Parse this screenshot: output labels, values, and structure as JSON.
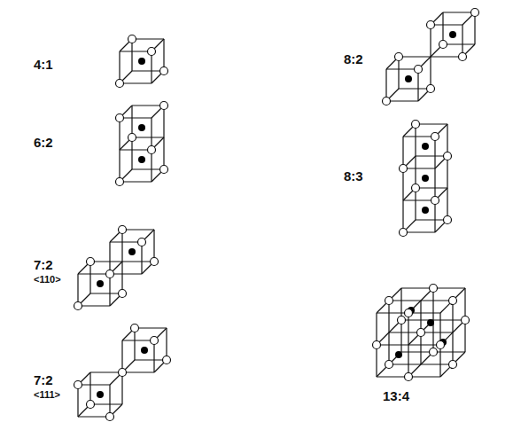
{
  "diagram": {
    "labels": [
      "4:1",
      "8:2",
      "6:2",
      "8:3",
      "7:2",
      "<110>",
      "7:2",
      "<111>",
      "13:4"
    ]
  }
}
